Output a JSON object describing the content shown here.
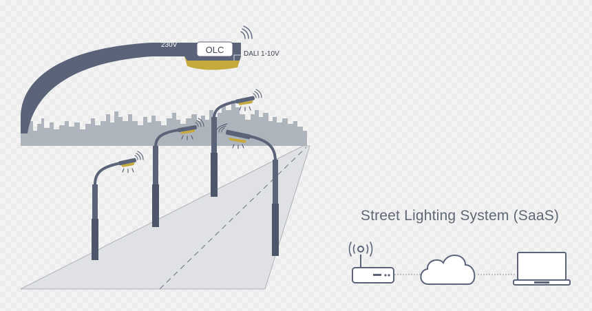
{
  "luminaire": {
    "voltage_label": "230V",
    "controller_label": "OLC",
    "dimming_label": "DALI 1-10V"
  },
  "system": {
    "title": "Street Lighting System (SaaS)",
    "nodes": [
      "router-icon",
      "cloud-icon",
      "laptop-icon"
    ]
  },
  "colors": {
    "pole": "#5a6378",
    "lamp_glow": "#c5a93a",
    "skyline": "#aeb4bc",
    "road": "#dfe1e4",
    "text": "#5f6774"
  }
}
